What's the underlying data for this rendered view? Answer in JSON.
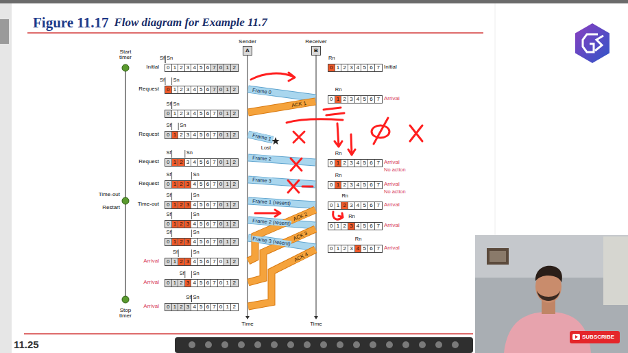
{
  "diagram": {
    "title": "Flow diagram for Example 11.7",
    "nodes": [
      {
        "text": [
          "Sender",
          "A"
        ]
      },
      {
        "text": [
          "Receiver",
          "B"
        ]
      },
      {
        "text": [
          "0",
          "1",
          "2",
          "3",
          "4",
          "5",
          "6",
          "7",
          "0",
          "1",
          "2"
        ]
      },
      {
        "text": [
          "0",
          "1",
          "2",
          "3",
          "4",
          "5",
          "6",
          "7",
          "0",
          "1",
          "2"
        ]
      },
      {
        "text": [
          "0",
          "1",
          "2",
          "3",
          "4",
          "5",
          "6",
          "7",
          "0",
          "1",
          "2"
        ]
      },
      {
        "text": [
          "0",
          "1",
          "2",
          "3",
          "4",
          "5",
          "6",
          "7",
          "0",
          "1",
          "2"
        ]
      },
      {
        "text": [
          "0",
          "1",
          "2",
          "3",
          "4",
          "5",
          "6",
          "7",
          "0",
          "1",
          "2"
        ]
      },
      {
        "text": [
          "0",
          "1",
          "2",
          "3",
          "4",
          "5",
          "6",
          "7",
          "0",
          "1",
          "2"
        ]
      },
      {
        "text": [
          "0",
          "1",
          "2",
          "3",
          "4",
          "5",
          "6",
          "7",
          "0",
          "1",
          "2"
        ]
      },
      {
        "text": [
          "0",
          "1",
          "2",
          "3",
          "4",
          "5",
          "6",
          "7",
          "0",
          "1",
          "2"
        ]
      },
      {
        "text": [
          "0",
          "1",
          "2",
          "3",
          "4",
          "5",
          "6",
          "7",
          "0",
          "1",
          "2"
        ]
      },
      {
        "text": [
          "0",
          "1",
          "2",
          "3",
          "4",
          "5",
          "6",
          "7",
          "0",
          "1",
          "2"
        ]
      },
      {
        "text": [
          "0",
          "1",
          "2",
          "3",
          "4",
          "5",
          "6",
          "7",
          "0",
          "1",
          "2"
        ]
      },
      {
        "text": [
          "0",
          "1",
          "2",
          "3",
          "4",
          "5",
          "6",
          "7",
          "0",
          "1",
          "2"
        ]
      },
      {
        "text": [
          "0",
          "1",
          "2",
          "3",
          "4",
          "5",
          "6",
          "7"
        ]
      },
      {
        "text": [
          "0",
          "1",
          "2",
          "3",
          "4",
          "5",
          "6",
          "7"
        ]
      },
      {
        "text": [
          "0",
          "1",
          "2",
          "3",
          "4",
          "5",
          "6",
          "7"
        ]
      },
      {
        "text": [
          "0",
          "1",
          "2",
          "3",
          "4",
          "5",
          "6",
          "7"
        ]
      },
      {
        "text": [
          "0",
          "1",
          "2",
          "3",
          "4",
          "5",
          "6",
          "7"
        ]
      },
      {
        "text": [
          "0",
          "1",
          "2",
          "3",
          "4",
          "5",
          "6",
          "7"
        ]
      },
      {
        "text": [
          "0",
          "1",
          "2",
          "3",
          "4",
          "5",
          "6",
          "7"
        ]
      }
    ],
    "labels": [
      "Figure 11.17",
      "Start timer",
      "Time-out",
      "Restart",
      "Stop timer",
      "Initial",
      "Sf",
      "Sn",
      "Request",
      "Sf",
      "Sn",
      "Sf",
      "Sn",
      "Request",
      "Sf",
      "Sn",
      "Request",
      "Sf",
      "Sn",
      "Request",
      "Sf",
      "Sn",
      "Time-out",
      "Sf",
      "Sn",
      "Sf",
      "Sn",
      "Sf",
      "Sn",
      "Arrival",
      "Sf",
      "Sn",
      "Arrival",
      "Sf",
      "Sn",
      "Arrival",
      "Sf",
      "Sn",
      "Rn",
      "Initial",
      "Rn",
      "Arrival",
      "Rn",
      "Arrival",
      "No action",
      "Rn",
      "Arrival",
      "No action",
      "Rn",
      "Arrival",
      "Rn",
      "Arrival",
      "Rn",
      "Arrival",
      "Time",
      "Time",
      "Frame 0",
      "ACK 1",
      "Frame 1",
      "Lost",
      "Frame 2",
      "Frame 3",
      "Frame 1 (resent)",
      "Frame 2 (resent)",
      "Frame 3 (resent)",
      "ACK 2",
      "ACK 3",
      "ACK 4",
      "11.25",
      "SUBSCRIBE"
    ]
  }
}
